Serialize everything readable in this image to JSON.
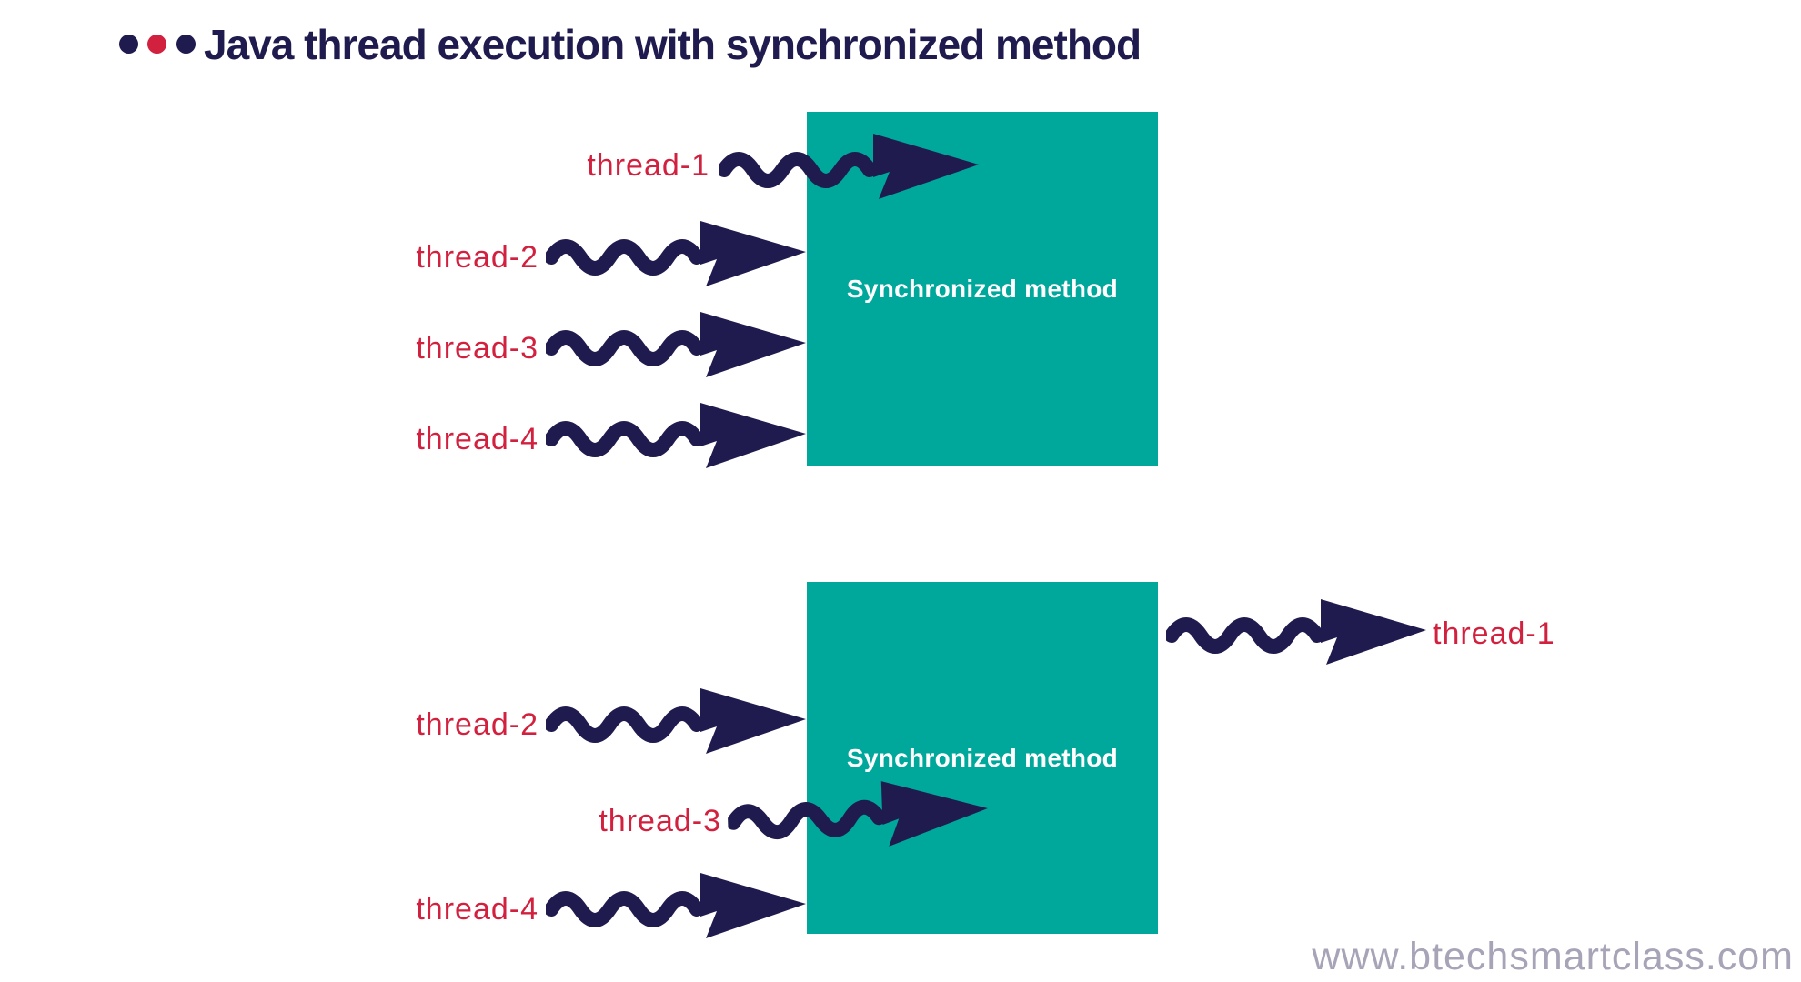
{
  "title": {
    "text": "Java thread execution with synchronized method",
    "dots": [
      "#1F1B4E",
      "#D2213F",
      "#1F1B4E"
    ]
  },
  "colors": {
    "navy": "#1F1B4E",
    "teal": "#00A79B",
    "red": "#D2213F",
    "white": "#FFFFFF",
    "watermark": "#A8A4B8",
    "background": "#FFFFFF"
  },
  "diagrams": {
    "top": {
      "box_label": "Synchronized method",
      "threads": [
        {
          "label": "thread-1",
          "arrow": "entering-box"
        },
        {
          "label": "thread-2",
          "arrow": "waiting-at-box"
        },
        {
          "label": "thread-3",
          "arrow": "waiting-at-box"
        },
        {
          "label": "thread-4",
          "arrow": "waiting-at-box"
        }
      ]
    },
    "bottom": {
      "box_label": "Synchronized method",
      "threads": [
        {
          "label": "thread-1",
          "arrow": "exiting-box"
        },
        {
          "label": "thread-2",
          "arrow": "waiting-at-box"
        },
        {
          "label": "thread-3",
          "arrow": "entering-box"
        },
        {
          "label": "thread-4",
          "arrow": "waiting-at-box"
        }
      ]
    }
  },
  "watermark": "www.btechsmartclass.com"
}
